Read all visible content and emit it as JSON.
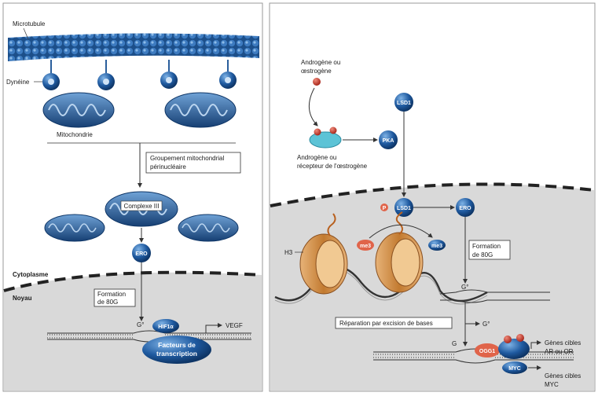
{
  "left": {
    "microtubule": "Microtubule",
    "dynein": "Dynéine",
    "mitochondria": "Mitochondrie",
    "clustering": [
      "Groupement mitochondrial",
      "périnucléaire"
    ],
    "complex3": "Complexe III",
    "ros": "ERO",
    "cytoplasm": "Cytoplasme",
    "nucleus": "Noyau",
    "formation": [
      "Formation",
      "de 80G"
    ],
    "gsite": "G°",
    "hif": "HIF1α",
    "tf": [
      "Facteurs de",
      "transcription"
    ],
    "vegf": "VEGF"
  },
  "right": {
    "hormone": [
      "Androgène ou",
      "œstrogène"
    ],
    "receptor": [
      "Androgène ou",
      "récepteur de l'œstrogène"
    ],
    "pka": "PKA",
    "lsd1": "LSD1",
    "p": "P",
    "ros": "ERO",
    "h3": "H3",
    "me3": "me3",
    "formation": [
      "Formation",
      "de 80G"
    ],
    "gsite": "G°",
    "ber": "Réparation par excision de bases",
    "g": "G",
    "ogg1": "OGG1",
    "myc": "MYC",
    "targets1": [
      "Gènes cibles",
      "AR ou OR"
    ],
    "targets2": [
      "Gènes cibles",
      "MYC"
    ]
  },
  "colors": {
    "panel": "#ffffff",
    "nucleusFill": "#d9d9d9",
    "blue": "#1f5aa0",
    "orange": "#d08a3c",
    "red": "#c0392b",
    "teal": "#5cc3d6"
  }
}
